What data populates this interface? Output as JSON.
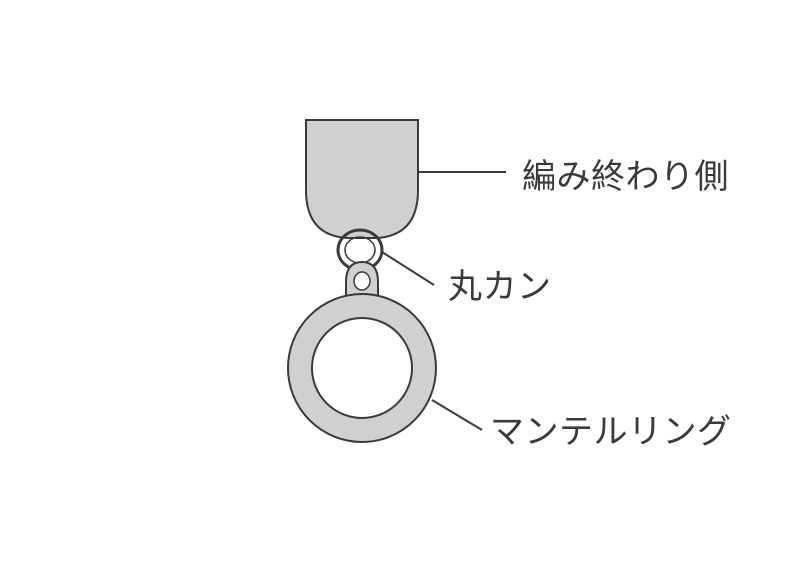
{
  "labels": {
    "knit_end_side": "編み終わり側",
    "jump_ring": "丸カン",
    "mantel_ring": "マンテルリング"
  },
  "colors": {
    "fill_gray": "#d0d0d0",
    "stroke_dark": "#3a3a3a",
    "background": "#ffffff"
  }
}
